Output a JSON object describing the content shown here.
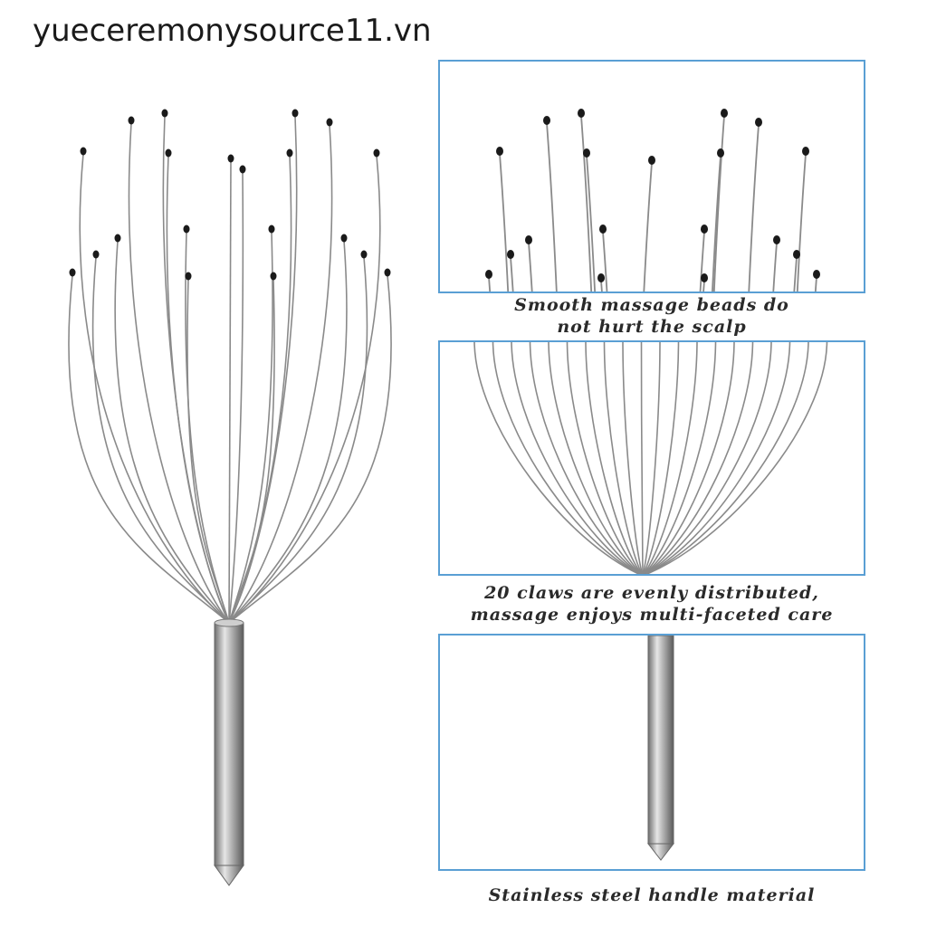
{
  "watermark": "yueceremonysource11.vn",
  "captions": {
    "beads_line1": "Smooth massage beads do",
    "beads_line2": "not hurt the scalp",
    "claws_line1": "20 claws are evenly distributed,",
    "claws_line2": "massage enjoys multi-faceted care",
    "handle": "Stainless steel handle material"
  },
  "colors": {
    "panel_border": "#5a9fd4",
    "wire": "#8a8a8a",
    "bead": "#1a1a1a",
    "handle": "#9a9a9a"
  }
}
